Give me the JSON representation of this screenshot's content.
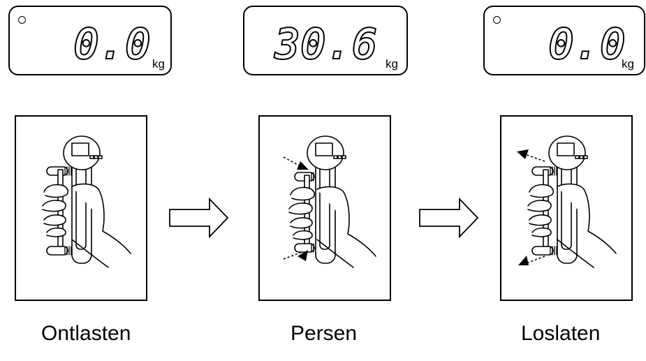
{
  "steps": [
    {
      "reading": "0.0",
      "unit": "kg",
      "caption": "Ontlasten",
      "led": true
    },
    {
      "reading": "30.6",
      "unit": "kg",
      "caption": "Persen",
      "led": false
    },
    {
      "reading": "0.0",
      "unit": "kg",
      "caption": "Loslaten",
      "led": true
    }
  ]
}
